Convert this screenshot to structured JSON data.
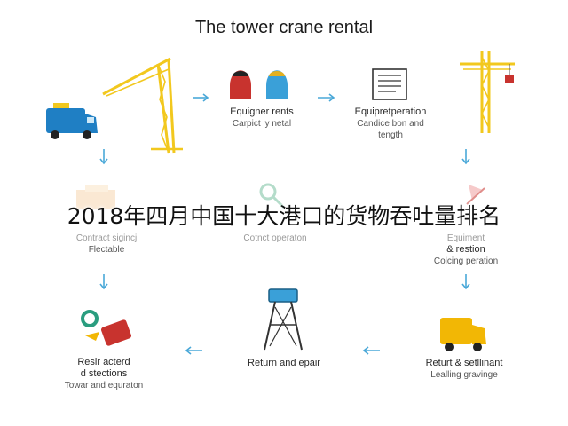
{
  "diagram": {
    "title": "The tower crane rental",
    "nodes": [
      {
        "id": "equipment-rents",
        "line1": "Equigner rents",
        "line2": "Carpict ly netal"
      },
      {
        "id": "equipment-operation",
        "line1": "Equipretperation",
        "line2": "Candice bon and",
        "line3": "tength"
      },
      {
        "id": "contract-signing",
        "line1": "Contract sigincj",
        "line2": "Flectable"
      },
      {
        "id": "contract-operation",
        "line1": "Cotnct operaton"
      },
      {
        "id": "equipment-restion",
        "line1": "Equiment",
        "line2": "& restion",
        "line3": "Colcing peration"
      },
      {
        "id": "return-settlement",
        "line1": "Returt & setllinant",
        "line2": "Lealling gravinge"
      },
      {
        "id": "return-repair",
        "line1": "Return and epair"
      },
      {
        "id": "resir-acted",
        "line1": "Resir acterd",
        "line2": "d stections",
        "line3": "Towar and equraton"
      }
    ],
    "overlay_caption": "2018年四月中国十大港口的货物吞吐量排名"
  },
  "colors": {
    "crane_yellow": "#f2c81e",
    "arrow_blue": "#4aa8d8",
    "truck_blue": "#1f7fc4",
    "truck_yellow": "#f2b705",
    "person_red": "#c8332e",
    "tower_blue": "#3aa0d8"
  }
}
